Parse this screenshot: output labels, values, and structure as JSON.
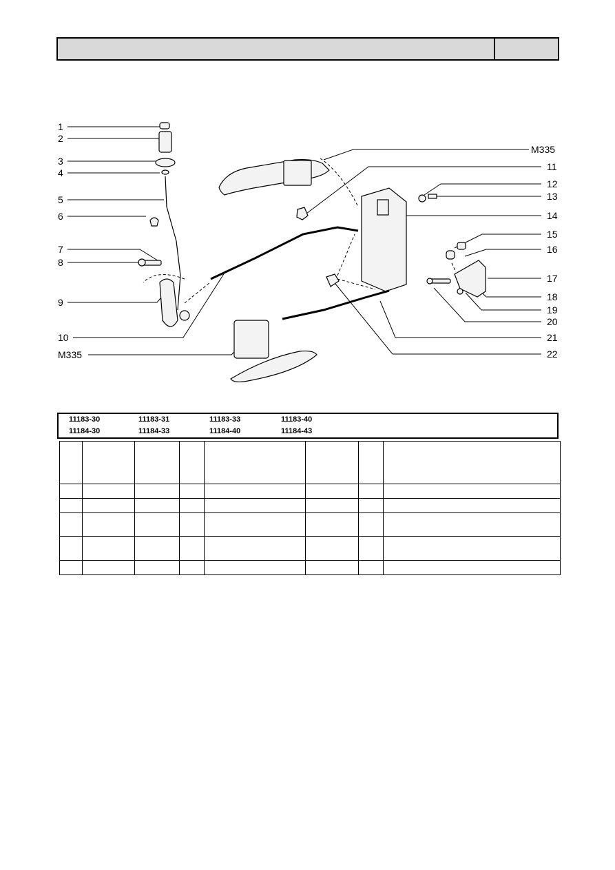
{
  "callouts": {
    "c1": "1",
    "c2": "2",
    "c3": "3",
    "c4": "4",
    "c5": "5",
    "c6": "6",
    "c7": "7",
    "c8": "8",
    "c9": "9",
    "c10": "10",
    "m335_left": "M335",
    "m335_right": "M335",
    "c11": "11",
    "c12": "12",
    "c13": "13",
    "c14": "14",
    "c15": "15",
    "c16": "16",
    "c17": "17",
    "c18": "18",
    "c19": "19",
    "c20": "20",
    "c21": "21",
    "c22": "22"
  },
  "models": {
    "row1": [
      "11183-30",
      "11183-31",
      "11183-33",
      "11183-40"
    ],
    "row2": [
      "11184-30",
      "11184-33",
      "11184-40",
      "11184-43"
    ]
  }
}
